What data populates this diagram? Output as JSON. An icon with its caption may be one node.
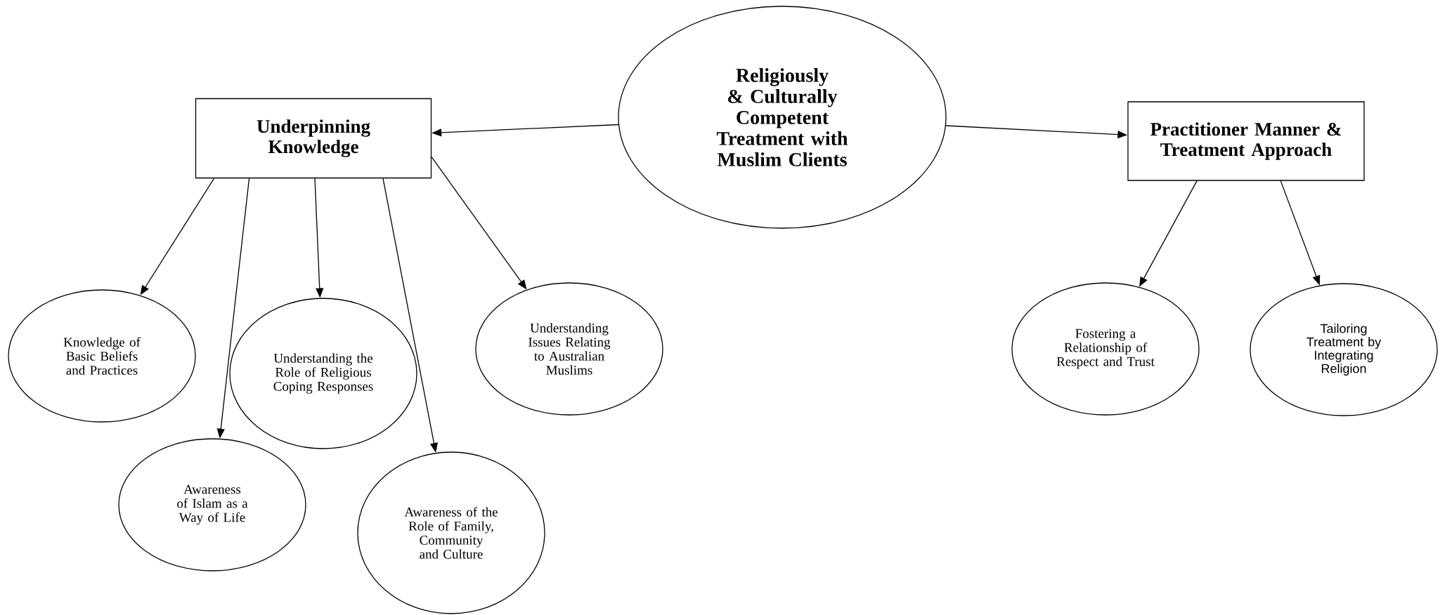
{
  "diagram": {
    "nodes": [
      {
        "text": [
          "Religiously & Culturally Competent Treatment with Muslim Clients"
        ]
      },
      {
        "text": [
          "Underpinning Knowledge"
        ]
      },
      {
        "text": [
          "Practitioner Manner & Treatment Approach"
        ]
      },
      {
        "text": [
          "Knowledge of Basic Beliefs and Practices"
        ]
      },
      {
        "text": [
          "Awareness of Islam as a Way of Life"
        ]
      },
      {
        "text": [
          "Understanding the Role of Religious Coping Responses"
        ]
      },
      {
        "text": [
          "Awareness of the Role of Family, Community and Culture"
        ]
      },
      {
        "text": [
          "Understanding Issues Relating to Australian Muslims"
        ]
      },
      {
        "text": [
          "Fostering a Relationship of Respect and Trust"
        ]
      },
      {
        "text": [
          "Tailoring Treatment by Integrating Religion"
        ]
      }
    ],
    "edges": [
      {
        "from": 0,
        "to": 1,
        "arrow": "to"
      },
      {
        "from": 0,
        "to": 2,
        "arrow": "to"
      },
      {
        "from": 1,
        "to": 3,
        "arrow": "to"
      },
      {
        "from": 1,
        "to": 4,
        "arrow": "to"
      },
      {
        "from": 1,
        "to": 5,
        "arrow": "to"
      },
      {
        "from": 1,
        "to": 6,
        "arrow": "to"
      },
      {
        "from": 1,
        "to": 7,
        "arrow": "to"
      },
      {
        "from": 2,
        "to": 8,
        "arrow": "to"
      },
      {
        "from": 2,
        "to": 9,
        "arrow": "to"
      }
    ]
  }
}
